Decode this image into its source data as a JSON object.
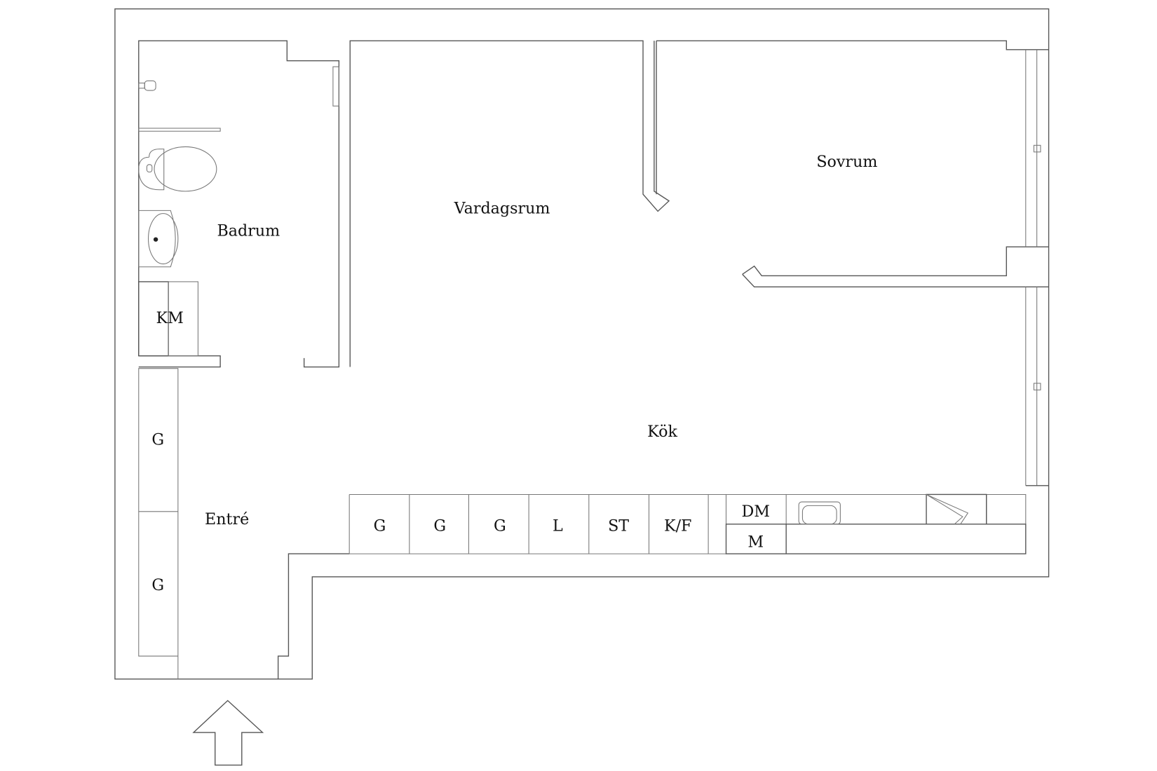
{
  "rooms": {
    "badrum": "Badrum",
    "vardagsrum": "Vardagsrum",
    "sovrum": "Sovrum",
    "kok": "Kök",
    "entre": "Entré"
  },
  "fixtures": {
    "km": "KM",
    "wardrobe_1": "G",
    "wardrobe_2": "G",
    "kitchen_cells": [
      "G",
      "G",
      "G",
      "L",
      "ST",
      "K/F"
    ],
    "dm": "DM",
    "m": "M"
  },
  "colors": {
    "line": "#555555",
    "background": "#ffffff"
  }
}
